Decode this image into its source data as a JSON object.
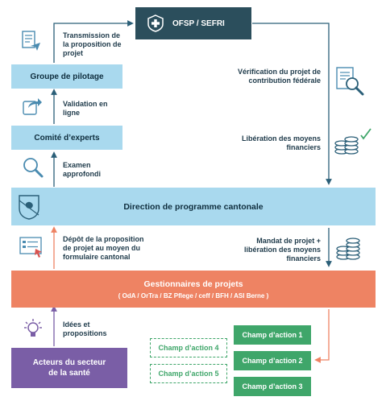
{
  "header": {
    "title": "OFSP / SEFRI"
  },
  "boxes": {
    "pilotage": "Groupe de pilotage",
    "comite": "Comité d’experts",
    "direction": "Direction de programme cantonale",
    "gestionnaires_title": "Gestionnaires de projets",
    "gestionnaires_sub": "( OdA / OrTra / BZ Pflege / ceff / BFH / ASI Berne )",
    "acteurs": "Acteurs du secteur de la santé"
  },
  "labels": {
    "transmission": "Transmission de la proposition de projet",
    "validation": "Validation en ligne",
    "examen": "Examen approfondi",
    "depot": "Dépôt de la proposition de projet au moyen du formulaire cantonal",
    "idees": "Idées et propositions",
    "verification": "Vérification du projet de contribution fédérale",
    "liberation": "Libération des moyens financiers",
    "mandat": "Mandat de projet + libération des moyens financiers"
  },
  "champs": [
    {
      "label": "Champ d’action 1",
      "style": "solid"
    },
    {
      "label": "Champ d’action 4",
      "style": "dashed"
    },
    {
      "label": "Champ d’action 2",
      "style": "solid"
    },
    {
      "label": "Champ d’action 5",
      "style": "dashed"
    },
    {
      "label": "Champ d’action 3",
      "style": "solid"
    }
  ],
  "icons": [
    "document-send-icon",
    "share-arrow-icon",
    "magnifier-icon",
    "bern-coat-of-arms-icon",
    "form-pointer-icon",
    "lightbulb-icon",
    "document-search-icon",
    "coins-check-icon",
    "coins-icon",
    "swiss-cross-icon"
  ],
  "colors": {
    "dark_teal": "#2b4e5c",
    "light_blue": "#a9d9ee",
    "orange": "#ee8363",
    "purple": "#7a5ea6",
    "green": "#3fa66a"
  }
}
